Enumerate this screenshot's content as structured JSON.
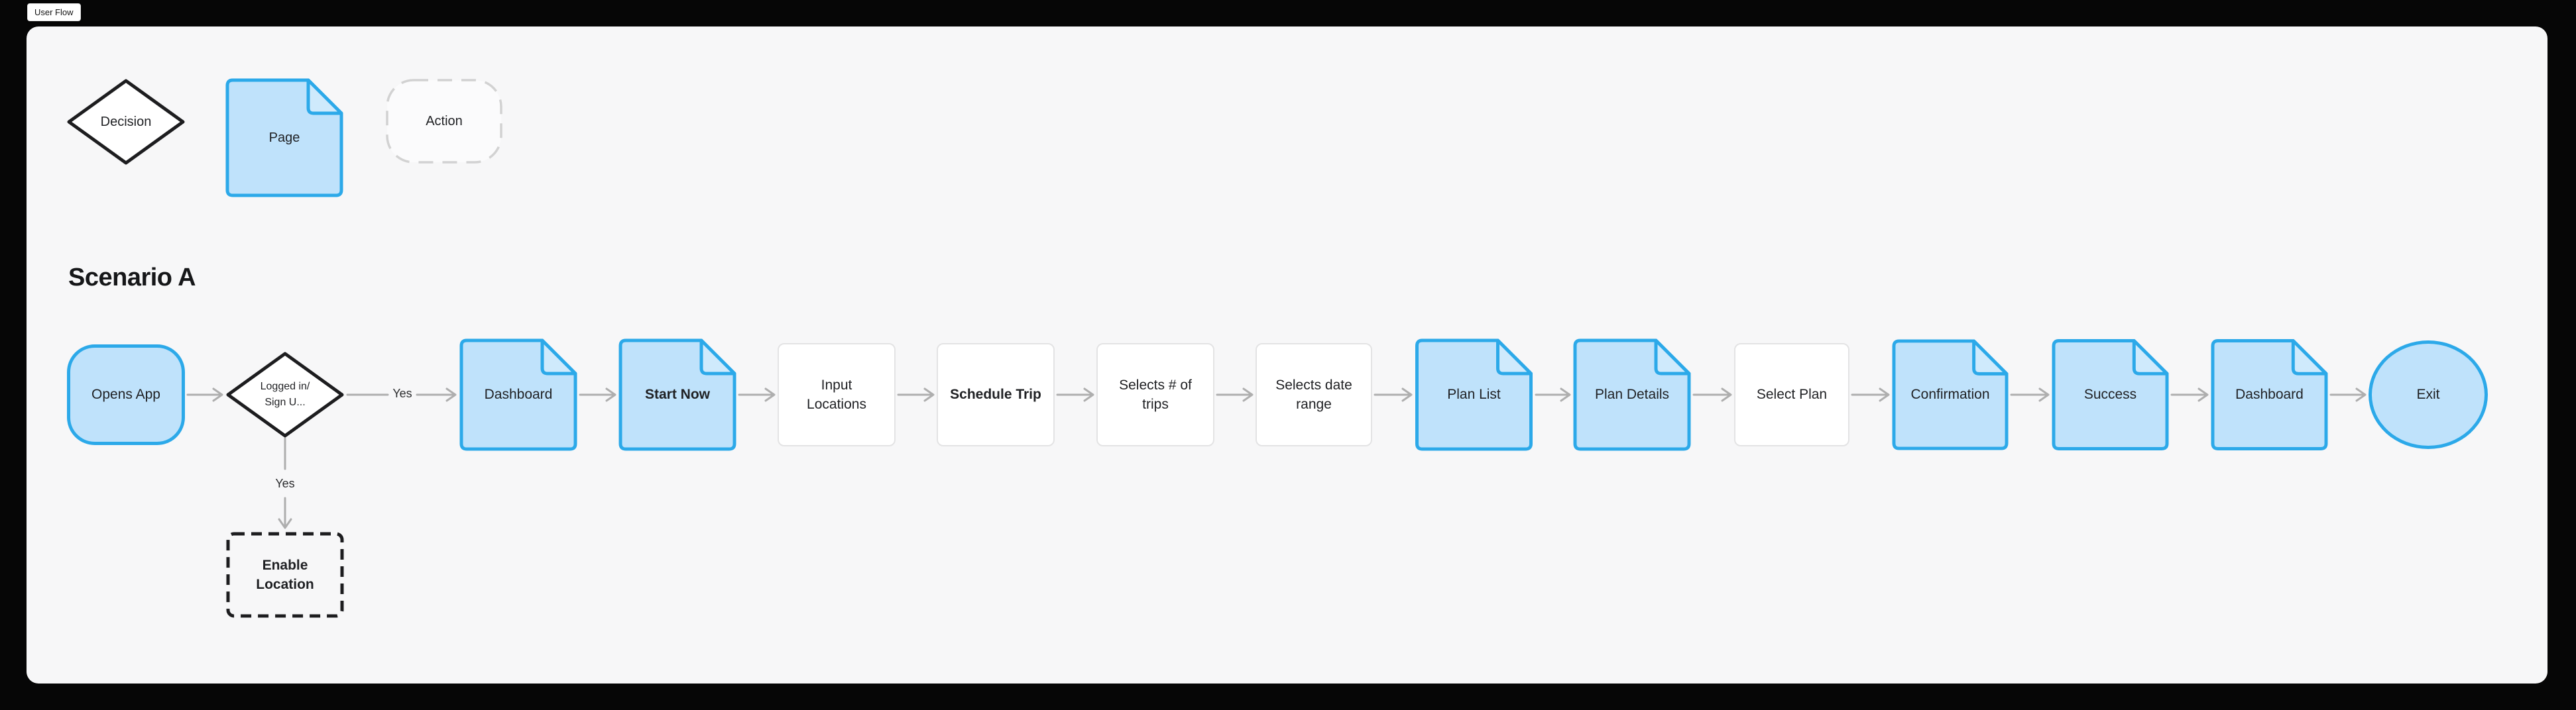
{
  "frame_label": "User Flow",
  "heading": "Scenario A",
  "legend": {
    "decision": "Decision",
    "page": "Page",
    "action": "Action"
  },
  "edge_labels": {
    "yes_horizontal": "Yes",
    "yes_vertical": "Yes"
  },
  "nodes": {
    "opens_app": "Opens App",
    "decision_line1": "Logged in/",
    "decision_line2": "Sign U...",
    "dashboard": "Dashboard",
    "start_now": "Start Now",
    "input_locations": "Input Locations",
    "schedule_trip": "Schedule Trip",
    "selects_trips": "Selects # of trips",
    "selects_date_range": "Selects date range",
    "plan_list": "Plan List",
    "plan_details": "Plan Details",
    "select_plan": "Select Plan",
    "confirmation": "Confirmation",
    "success": "Success",
    "dashboard_2": "Dashboard",
    "exit": "Exit",
    "enable_location": "Enable Location"
  },
  "colors": {
    "background": "#060606",
    "canvas": "#f7f7f8",
    "page_fill": "#bfe2fb",
    "page_stroke": "#2ca9e9",
    "action_rect_border": "#e3e3e4",
    "action_dashed_border": "#d2d2d2",
    "decision_stroke": "#1d1d1f",
    "connector": "#aeaeae",
    "text": "#1f2023"
  }
}
